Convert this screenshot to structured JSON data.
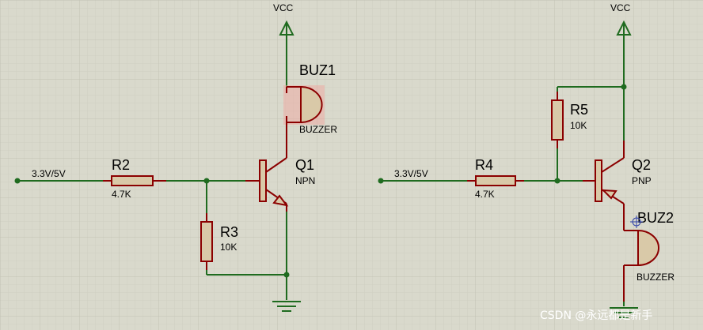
{
  "colors": {
    "background": "#d9d9cc",
    "grid_minor": "#cfcfc2",
    "grid_major": "#c2c2b4",
    "wire": "#1f6b1f",
    "component": "#8b0000",
    "resistor_fill": "#d9c9a8",
    "buzzer_fill": "#d9c9a8",
    "selection": "#f0a8a0",
    "watermark": "#ffffff"
  },
  "left_circuit": {
    "vcc": "VCC",
    "input": "3.3V/5V",
    "r_in": {
      "ref": "R2",
      "value": "4.7K"
    },
    "r_pull": {
      "ref": "R3",
      "value": "10K"
    },
    "transistor": {
      "ref": "Q1",
      "type": "NPN"
    },
    "buzzer": {
      "ref": "BUZ1",
      "type": "BUZZER"
    }
  },
  "right_circuit": {
    "vcc": "VCC",
    "input": "3.3V/5V",
    "r_in": {
      "ref": "R4",
      "value": "4.7K"
    },
    "r_pull": {
      "ref": "R5",
      "value": "10K"
    },
    "transistor": {
      "ref": "Q2",
      "type": "PNP"
    },
    "buzzer": {
      "ref": "BUZ2",
      "type": "BUZZER"
    }
  },
  "watermark": "CSDN @永远都是新手"
}
